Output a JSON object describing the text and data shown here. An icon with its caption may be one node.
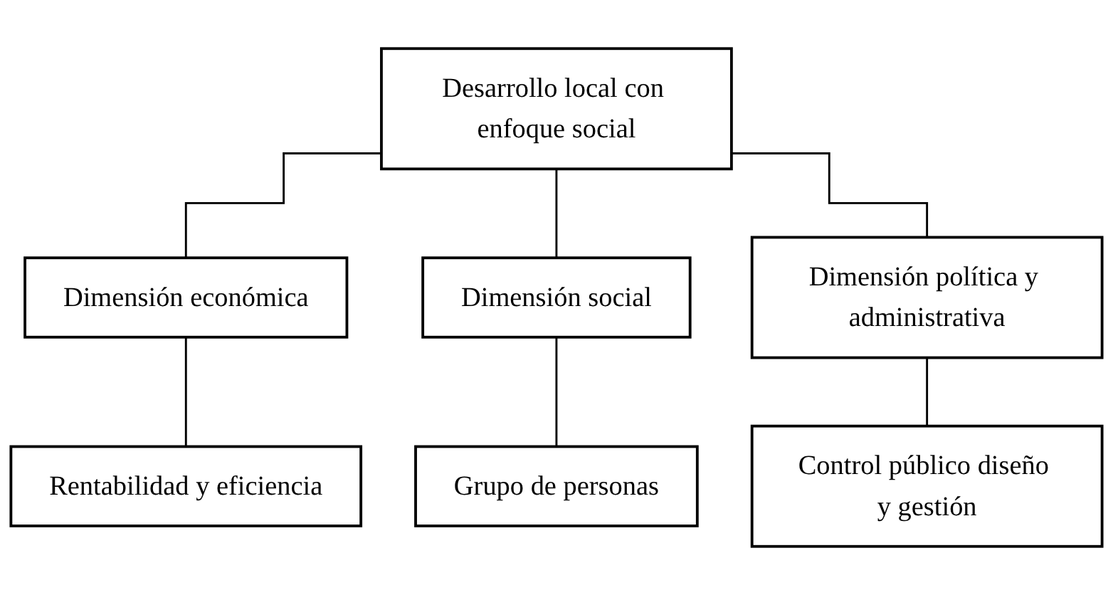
{
  "diagram": {
    "nodes": [
      {
        "text": [
          "Desarrollo local con enfoque social"
        ]
      },
      {
        "text": [
          "Dimensión económica"
        ]
      },
      {
        "text": [
          "Dimensión social"
        ]
      },
      {
        "text": [
          "Dimensión política y administrativa"
        ]
      },
      {
        "text": [
          "Rentabilidad y eficiencia"
        ]
      },
      {
        "text": [
          "Grupo de personas"
        ]
      },
      {
        "text": [
          "Control público diseño y gestión"
        ]
      }
    ],
    "edges": [
      {
        "from": 0,
        "to": 1,
        "arrow": "none"
      },
      {
        "from": 0,
        "to": 2,
        "arrow": "none"
      },
      {
        "from": 0,
        "to": 3,
        "arrow": "none"
      },
      {
        "from": 1,
        "to": 4,
        "arrow": "none"
      },
      {
        "from": 2,
        "to": 5,
        "arrow": "none"
      },
      {
        "from": 3,
        "to": 6,
        "arrow": "none"
      }
    ]
  }
}
